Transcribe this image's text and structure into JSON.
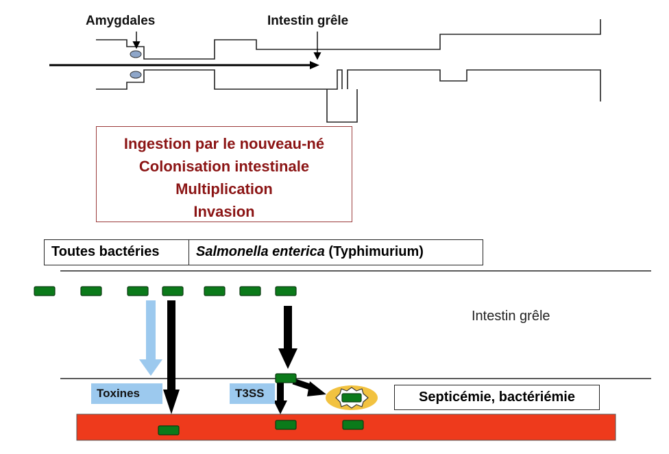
{
  "anatomy": {
    "tonsils_label": "Amygdales",
    "intestine_label": "Intestin grêle"
  },
  "stages": [
    "Ingestion par le nouveau-né",
    "Colonisation intestinale",
    "Multiplication",
    "Invasion"
  ],
  "categories": {
    "all_bacteria": "Toutes bactéries",
    "salmonella_species": "Salmonella enterica",
    "salmonella_serovar": " (Typhimurium)"
  },
  "region_label": "Intestin grêle",
  "mechanisms": {
    "toxins": "Toxines",
    "t3ss": "T3SS"
  },
  "outcome": "Septicémie, bactériémie",
  "colors": {
    "bacterium": "#0b7a1a",
    "toxin_arrow": "#9cc9ee",
    "blood": "#ee3a1c",
    "stage_text": "#8b1414",
    "macrophage": "#f2c240"
  }
}
